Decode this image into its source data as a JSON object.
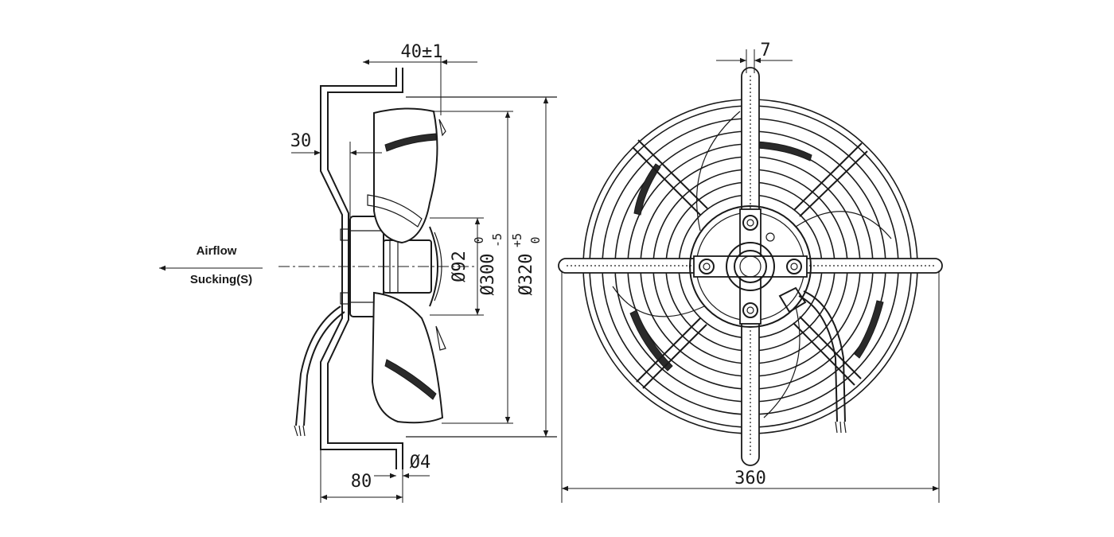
{
  "side_view": {
    "dim_depth": "40±1",
    "dim_flange": "30",
    "dim_hole_dia": "Ø4",
    "dim_offset": "80",
    "dim_hub_dia": "Ø92",
    "dim_blade_dia_main": "Ø300",
    "dim_blade_dia_tol_upper": "0",
    "dim_blade_dia_tol_lower": "-5",
    "dim_housing_dia_main": "Ø320",
    "dim_housing_dia_tol_upper": "+5",
    "dim_housing_dia_tol_lower": "0"
  },
  "front_view": {
    "dim_bar_width": "7",
    "dim_overall_width": "360"
  },
  "airflow": {
    "label": "Airflow",
    "mode": "Sucking(S)"
  }
}
